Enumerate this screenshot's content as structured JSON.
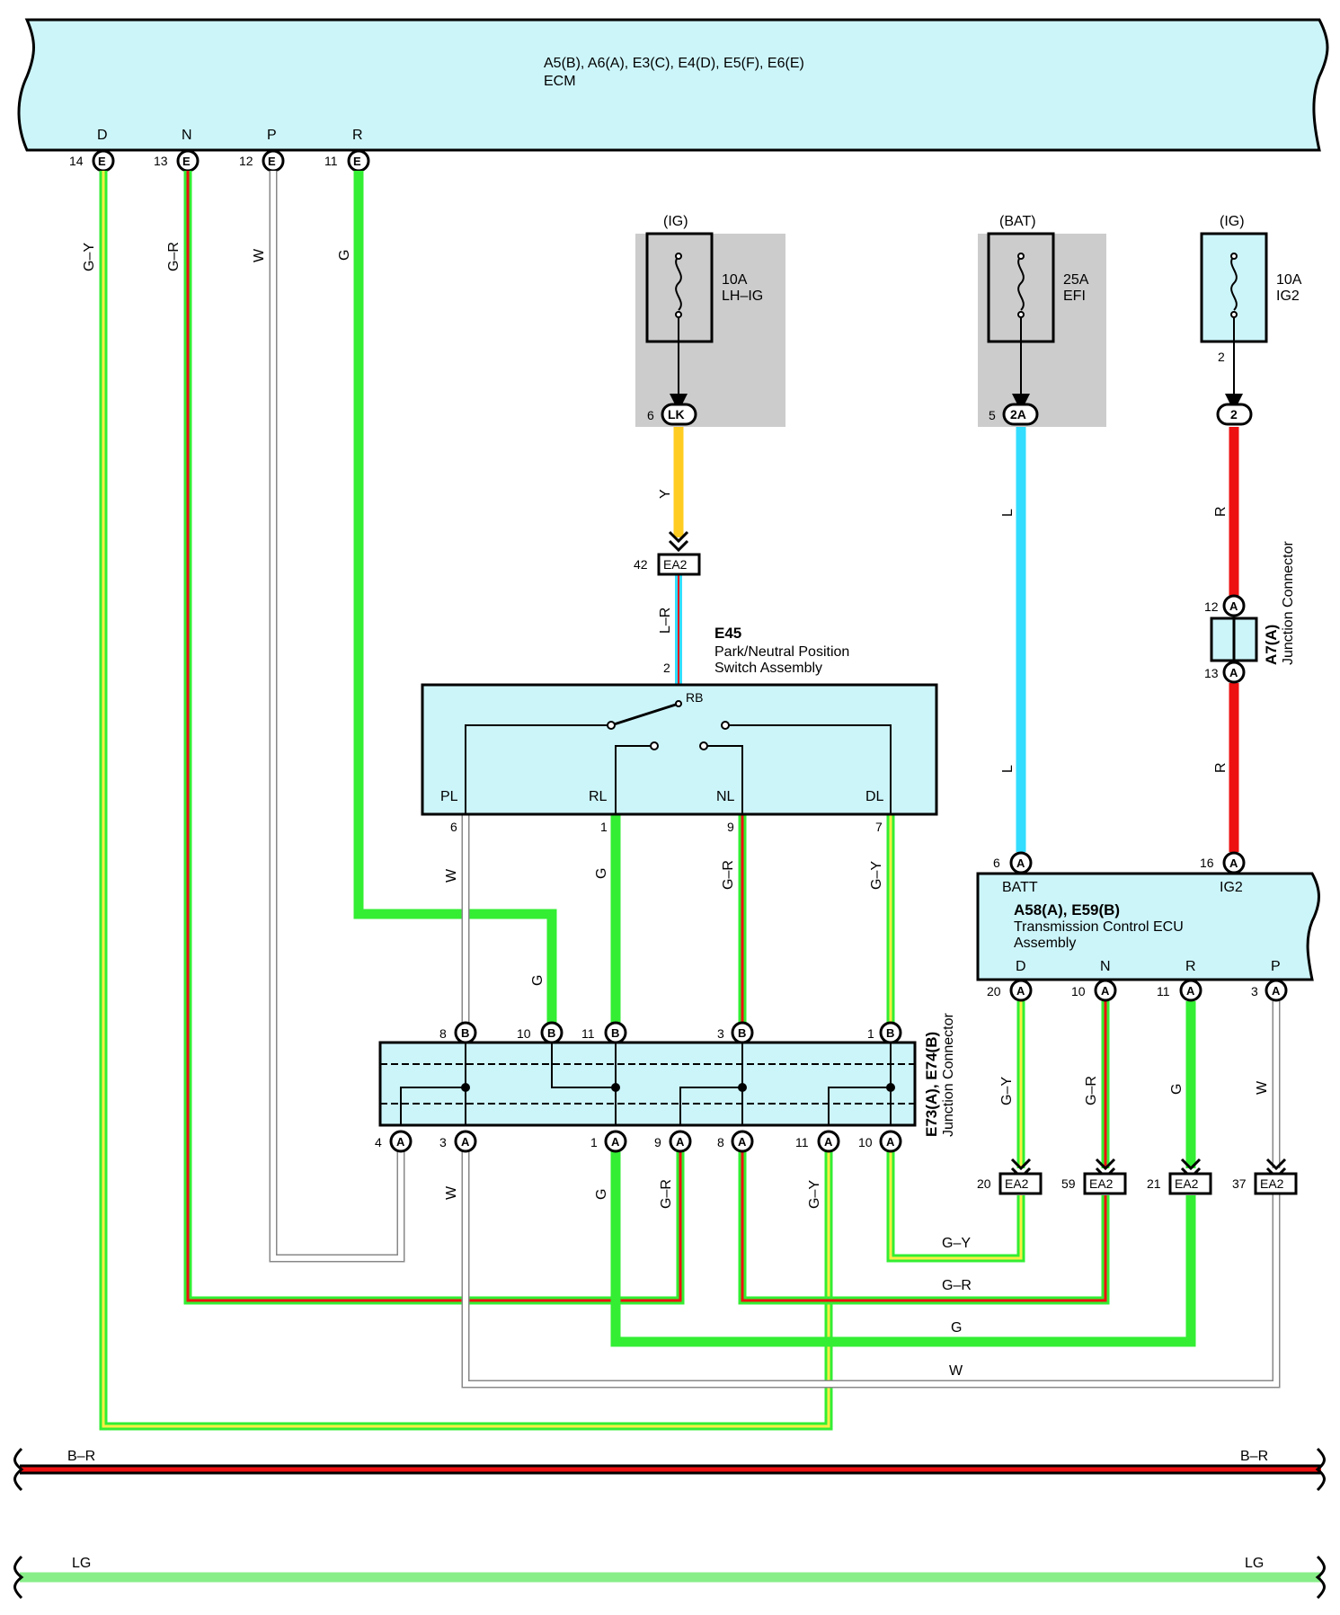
{
  "ecm": {
    "title": "A5(B), A6(A), E3(C), E4(D), E5(F), E6(E)",
    "name": "ECM",
    "pins": [
      {
        "label": "D",
        "num": "14",
        "conn": "E"
      },
      {
        "label": "N",
        "num": "13",
        "conn": "E"
      },
      {
        "label": "P",
        "num": "12",
        "conn": "E"
      },
      {
        "label": "R",
        "num": "11",
        "conn": "E"
      }
    ]
  },
  "wire_labels": {
    "gy": "G–Y",
    "gr": "G–R",
    "w": "W",
    "g": "G",
    "y": "Y",
    "l": "L",
    "r": "R",
    "lr": "L–R",
    "br": "B–R",
    "lg": "LG"
  },
  "fuses": [
    {
      "source": "(IG)",
      "rating": "10A",
      "name": "LH–IG",
      "pin": "6",
      "conn": "LK"
    },
    {
      "source": "(BAT)",
      "rating": "25A",
      "name": "EFI",
      "pin": "5",
      "conn": "2A"
    },
    {
      "source": "(IG)",
      "rating": "10A",
      "name": "IG2",
      "pin": "2",
      "conn": "2"
    }
  ],
  "ea2": {
    "label": "EA2",
    "top_pin": "42",
    "bottom_pins": [
      "20",
      "59",
      "21",
      "37"
    ]
  },
  "e45": {
    "id": "E45",
    "name_line1": "Park/Neutral Position",
    "name_line2": "Switch Assembly",
    "in_pin": "2",
    "rb": "RB",
    "terminals": [
      {
        "label": "PL",
        "num": "6"
      },
      {
        "label": "RL",
        "num": "1"
      },
      {
        "label": "NL",
        "num": "9"
      },
      {
        "label": "DL",
        "num": "7"
      }
    ]
  },
  "a7": {
    "id": "A7(A)",
    "name": "Junction Connector",
    "pin_top": "12",
    "pin_bottom": "13",
    "conn": "A"
  },
  "tcm": {
    "id": "A58(A), E59(B)",
    "name_line1": "Transmission Control ECU",
    "name_line2": "Assembly",
    "batt": "BATT",
    "ig2": "IG2",
    "batt_pin": "6",
    "ig2_pin": "16",
    "pins": [
      {
        "label": "D",
        "num": "20"
      },
      {
        "label": "N",
        "num": "10"
      },
      {
        "label": "R",
        "num": "11"
      },
      {
        "label": "P",
        "num": "3"
      }
    ],
    "conn": "A"
  },
  "junction": {
    "id": "E73(A), E74(B)",
    "name": "Junction Connector",
    "top_pins": [
      "8",
      "10",
      "11",
      "3",
      "1"
    ],
    "top_conn": "B",
    "bottom_pins": [
      "4",
      "3",
      "1",
      "9",
      "8",
      "11",
      "10"
    ],
    "bottom_conn": "A"
  },
  "colors": {
    "box_fill": "#ccf5fa",
    "green": "#33ee33",
    "yellow": "#ffee44",
    "red": "#ee1111",
    "cyan": "#33ddff",
    "gold": "#ffcc22",
    "light_green": "#88ee88",
    "grey_area": "#cccccc"
  }
}
